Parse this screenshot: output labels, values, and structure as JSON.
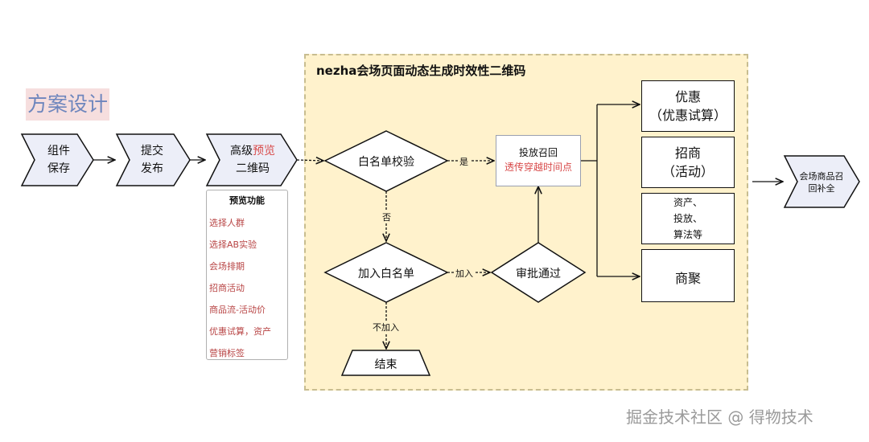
{
  "title": "方案设计",
  "region_title": "nezha会场页面动态生成时效性二维码",
  "steps": {
    "save": [
      "组件",
      "保存"
    ],
    "submit": [
      "提交",
      "发布"
    ],
    "advanced_a": "高级",
    "advanced_b": "预览",
    "advanced_c": "二维码",
    "fill": [
      "会场商品召",
      "回补全"
    ]
  },
  "preview_panel": {
    "title": "预览功能",
    "items": [
      "选择人群",
      "选择AB实验",
      "会场排期",
      "招商活动",
      "商品流-活动价",
      "优惠试算，资产",
      "营销标签"
    ]
  },
  "nodes": {
    "whitelist_check": "白名单校验",
    "add_whitelist": "加入白名单",
    "approval": "审批通过",
    "end": "结束",
    "recall_a": "投放召回",
    "recall_b": "透传穿越时间点"
  },
  "edges": {
    "yes": "是",
    "no": "否",
    "add": "加入",
    "not_add": "不加入"
  },
  "targets": {
    "discount_a": "优惠",
    "discount_b": "（优惠试算）",
    "merchant_a": "招商",
    "merchant_b": "（活动）",
    "assets_a": "资产、",
    "assets_b": "投放、",
    "assets_c": "算法等",
    "aggregate": "商聚"
  },
  "colors": {
    "region_fill": "#fff2cc",
    "highlight_red": "#d84a4a",
    "title_blue": "#6e86bd",
    "title_bg": "#f6dede"
  },
  "watermark": "掘金技术社区 @ 得物技术"
}
